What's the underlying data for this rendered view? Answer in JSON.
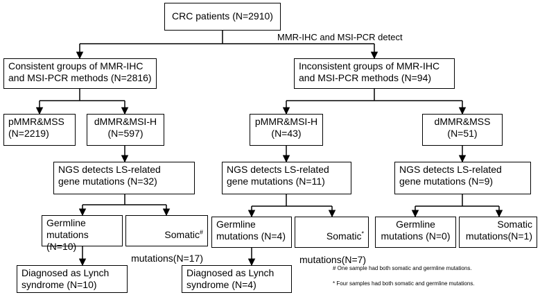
{
  "title_box": "CRC patients (N=2910)",
  "detect_label": "MMR-IHC and MSI-PCR detect",
  "consistent_box": "Consistent groups of MMR-IHC\nand MSI-PCR methods (N=2816)",
  "inconsistent_box": "Inconsistent  groups of MMR-IHC\nand MSI-PCR methods (N=94)",
  "pmmr_mss_box": "pMMR&MSS\n(N=2219)",
  "dmmr_msih_box": "dMMR&MSI-H\n(N=597)",
  "pmmr_msih_box": "pMMR&MSI-H\n(N=43)",
  "dmmr_mss_box": "dMMR&MSS\n(N=51)",
  "ngs_left_box": "NGS detects LS-related\ngene mutations  (N=32)",
  "ngs_mid_box": "NGS detects LS-related\ngene mutations  (N=11)",
  "ngs_right_box": "NGS detects LS-related\ngene mutations  (N=9)",
  "germline_left_box": "Germline\nmutations (N=10)",
  "somatic_left_title": "Somatic",
  "somatic_left_mark": "#",
  "somatic_left_count": "mutations(N=17)",
  "germline_mid_box": "Germline\nmutations (N=4)",
  "somatic_mid_title": "Somatic",
  "somatic_mid_mark": "*",
  "somatic_mid_count": "mutations(N=7)",
  "germline_right_box": "Germline\nmutations (N=0)",
  "somatic_right_box": "Somatic\nmutations(N=1)",
  "lynch_left_box": "Diagnosed as Lynch\nsyndrome (N=10)",
  "lynch_mid_box": "Diagnosed as Lynch\nsyndrome (N=4)",
  "note_hash": "# One sample had both somatic and germline mutations.",
  "note_star": "*  Four samples had both somatic and germline mutations."
}
